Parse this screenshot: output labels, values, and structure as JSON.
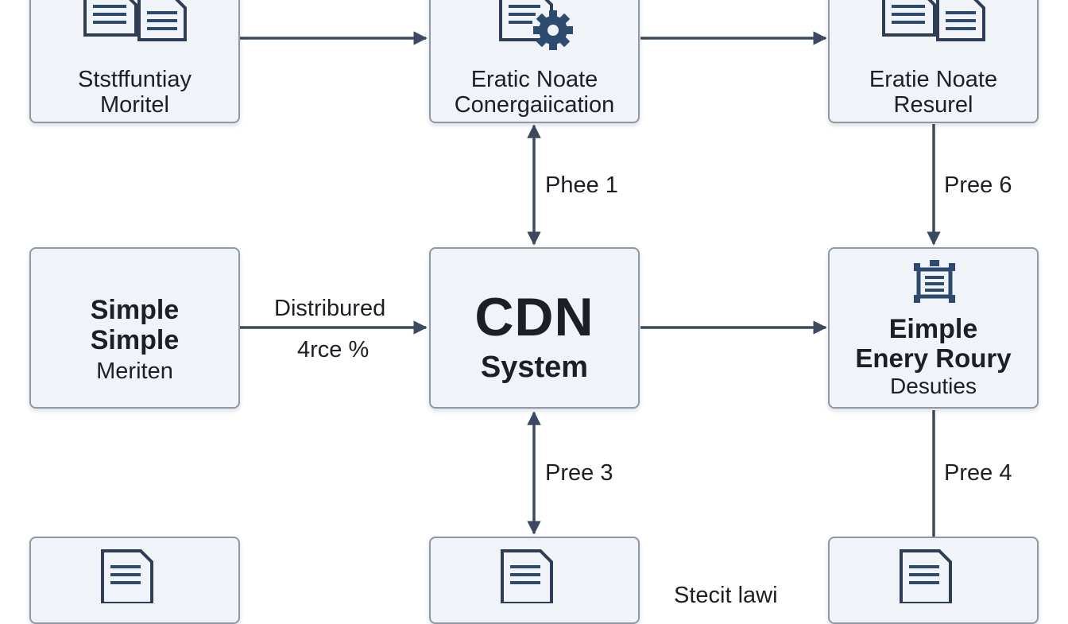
{
  "nodes": {
    "top_left": {
      "line1": "Ststffuntiay",
      "line2": "Moritel",
      "icon": "documents-icon"
    },
    "top_mid": {
      "line1": "Eratic Noate",
      "line2": "Conergaiication",
      "icon": "document-gear-icon"
    },
    "top_right": {
      "line1": "Eratie Noate",
      "line2": "Resurel",
      "icon": "documents-icon"
    },
    "mid_left": {
      "line1": "Simple",
      "line2": "Simple",
      "line3": "Meriten"
    },
    "cdn": {
      "line1": "CDN",
      "line2": "System"
    },
    "mid_right": {
      "line1": "Eimple",
      "line2": "Enery Roury",
      "line3": "Desuties",
      "icon": "server-gears-icon"
    },
    "bottom_left": {
      "icon": "document-icon"
    },
    "bottom_mid": {
      "icon": "document-icon"
    },
    "bottom_right": {
      "icon": "document-icon"
    }
  },
  "edges": {
    "top_mid_cdn": "Phee 1",
    "top_right_mid_right": "Pree 6",
    "mid_left_cdn_line1": "Distribured",
    "mid_left_cdn_line2": "4rce %",
    "cdn_bottom_mid": "Pree 3",
    "mid_right_bottom_right": "Pree 4",
    "bottom_mid_bottom_right": "Stecit lawi"
  },
  "colors": {
    "node_fill": "#f0f3f8",
    "node_border": "#8e98a6",
    "arrow": "#3b4a5e",
    "icon_dark": "#2f3e54",
    "icon_accent": "#2d4b6e"
  }
}
